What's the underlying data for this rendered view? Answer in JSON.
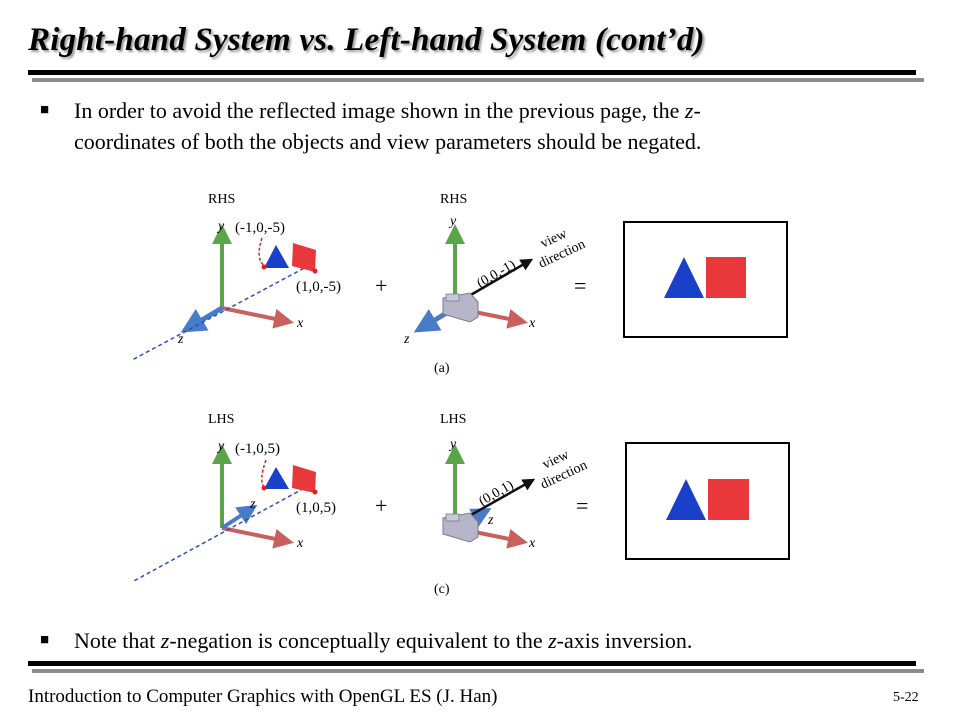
{
  "slide": {
    "title": "Right-hand System vs. Left-hand System (cont’d)",
    "bullets": [
      {
        "parts": [
          "In order to avoid the reflected image shown in the previous page, the ",
          "z",
          "-",
          "coordinates of both the objects and view parameters should be negated."
        ]
      },
      {
        "parts": [
          "Note that ",
          "z",
          "-negation is conceptually equivalent to the ",
          "z",
          "-axis inversion."
        ]
      }
    ]
  },
  "figure": {
    "top": {
      "rhs_label_1": "RHS",
      "rhs_label_2": "RHS",
      "y_label_1": "y",
      "y_label_2": "y",
      "x_label_1": "x",
      "x_label_2": "x",
      "z_label_1": "z",
      "z_label_2": "z",
      "point_tri": "(-1,0,-5)",
      "point_sq": "(1,0,-5)",
      "view_vec": "(0,0,-1)",
      "view_word": "view",
      "direction_word": "direction",
      "plus": "+",
      "equals": "=",
      "caption": "(a)"
    },
    "bottom": {
      "lhs_label_1": "LHS",
      "lhs_label_2": "LHS",
      "y_label_1": "y",
      "y_label_2": "y",
      "x_label_1": "x",
      "x_label_2": "x",
      "z_label_1": "z",
      "z_label_2": "z",
      "point_tri": "(-1,0,5)",
      "point_sq": "(1,0,5)",
      "view_vec": "(0,0,1)",
      "view_word": "view",
      "direction_word": "direction",
      "plus": "+",
      "equals": "=",
      "caption": "(c)"
    },
    "colors": {
      "y_axis": "#5aa54a",
      "x_axis": "#c8615d",
      "z_axis": "#4a7bc8",
      "triangle": "#1a3fc8",
      "square": "#e8383c",
      "arc": "#e02020"
    }
  },
  "footer": {
    "left": "Introduction to Computer Graphics with OpenGL ES (J. Han)",
    "right": "5-22"
  }
}
